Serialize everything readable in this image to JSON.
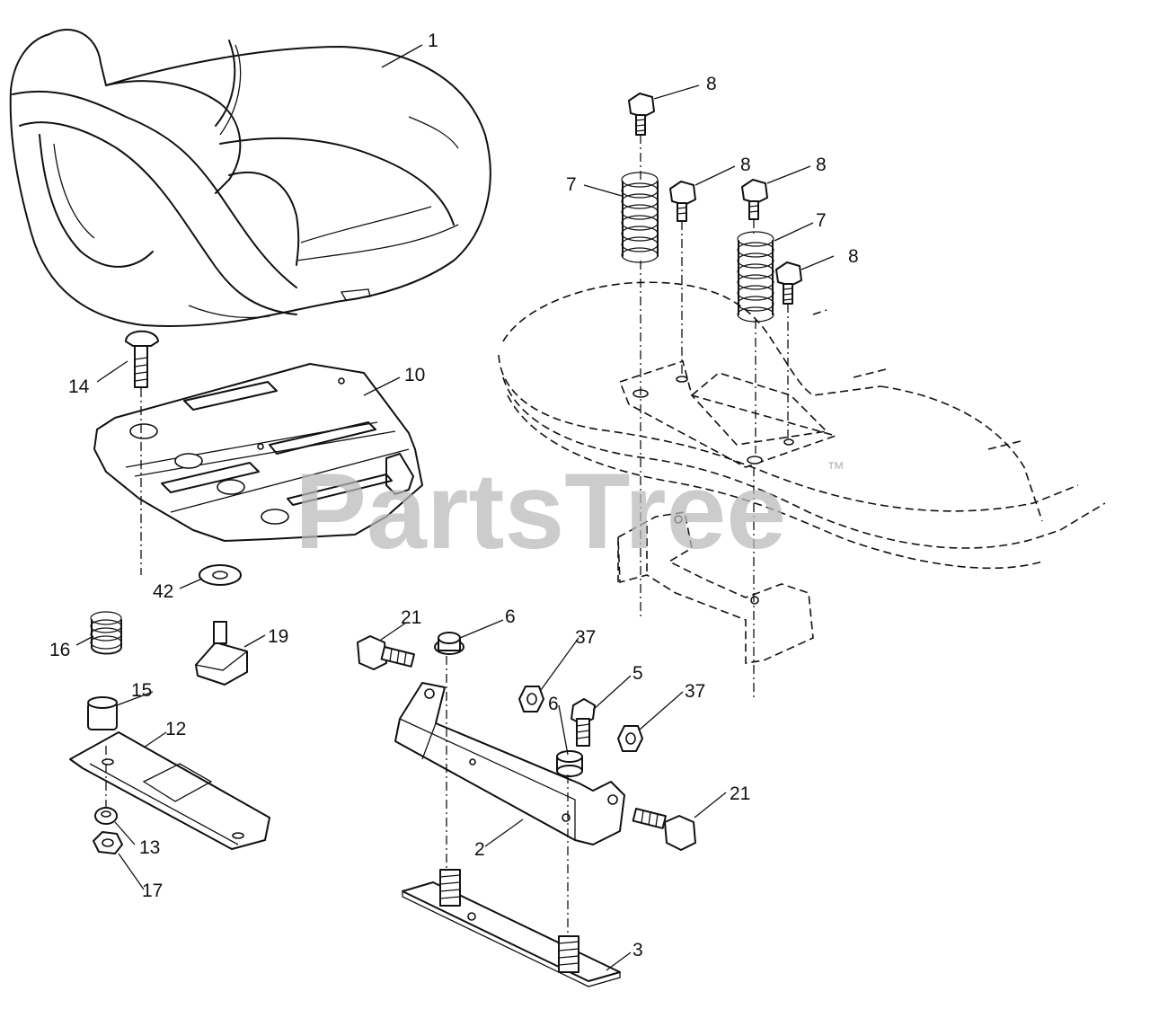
{
  "watermark": {
    "text": "PartsTree",
    "trademark": "™"
  },
  "callouts": [
    {
      "id": "c-1",
      "label": "1"
    },
    {
      "id": "c-8a",
      "label": "8"
    },
    {
      "id": "c-8b",
      "label": "8"
    },
    {
      "id": "c-8c",
      "label": "8"
    },
    {
      "id": "c-8d",
      "label": "8"
    },
    {
      "id": "c-7a",
      "label": "7"
    },
    {
      "id": "c-7b",
      "label": "7"
    },
    {
      "id": "c-14",
      "label": "14"
    },
    {
      "id": "c-10",
      "label": "10"
    },
    {
      "id": "c-42",
      "label": "42"
    },
    {
      "id": "c-16",
      "label": "16"
    },
    {
      "id": "c-19",
      "label": "19"
    },
    {
      "id": "c-21a",
      "label": "21"
    },
    {
      "id": "c-6a",
      "label": "6"
    },
    {
      "id": "c-37a",
      "label": "37"
    },
    {
      "id": "c-5",
      "label": "5"
    },
    {
      "id": "c-6b",
      "label": "6"
    },
    {
      "id": "c-37b",
      "label": "37"
    },
    {
      "id": "c-15",
      "label": "15"
    },
    {
      "id": "c-12",
      "label": "12"
    },
    {
      "id": "c-21b",
      "label": "21"
    },
    {
      "id": "c-2",
      "label": "2"
    },
    {
      "id": "c-13",
      "label": "13"
    },
    {
      "id": "c-17",
      "label": "17"
    },
    {
      "id": "c-3",
      "label": "3"
    }
  ]
}
